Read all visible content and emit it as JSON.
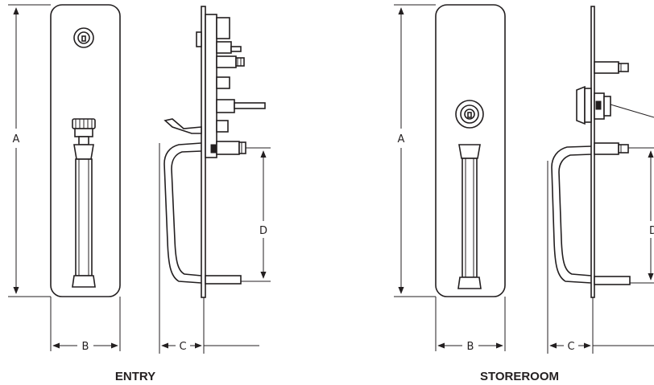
{
  "entry": {
    "caption": "ENTRY",
    "dim_a": "A",
    "dim_b": "B",
    "dim_c": "C",
    "dim_d": "D"
  },
  "storeroom": {
    "caption": "STOREROOM",
    "dim_a": "A",
    "dim_b": "B",
    "dim_c": "C",
    "dim_d": "D"
  }
}
